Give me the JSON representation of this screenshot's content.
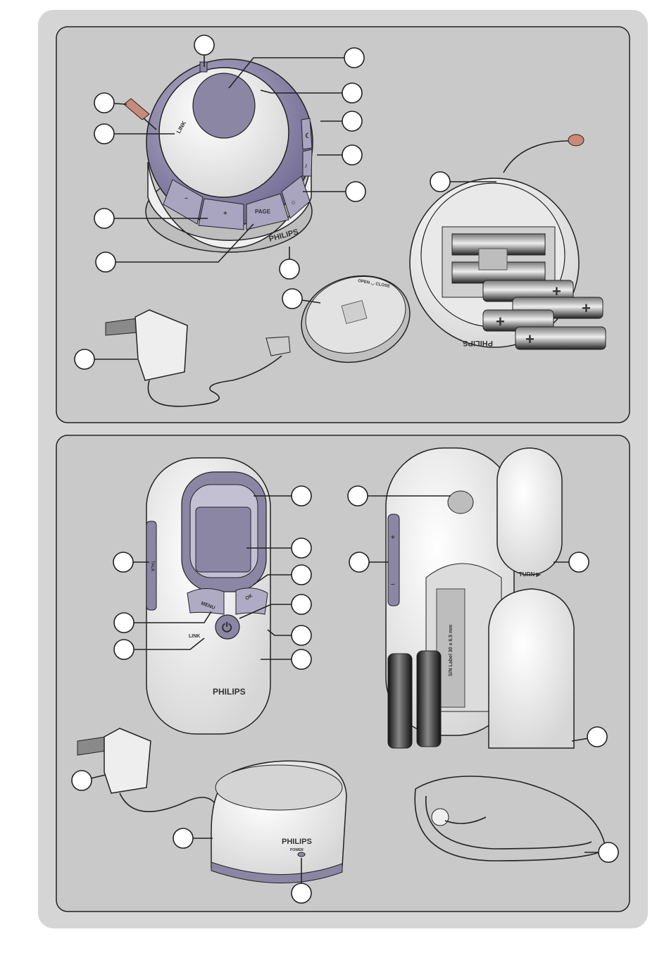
{
  "colors": {
    "outer_panel": "#d5d5d5",
    "inner_panel": "#c9c9c9",
    "device_white": "#f4f4f4",
    "device_purple": "#8c86a5",
    "screen": "#8c86a5",
    "cord": "#555555",
    "cord_tip": "#c98a7a",
    "battery_dark": "#2b2b2b",
    "outline": "#222222"
  },
  "baby_unit": {
    "brand": "PHILIPS",
    "link_label": "LINK",
    "plus_label": "+",
    "minus_label": "–",
    "page_label": "PAGE",
    "bottom_brand": "PHILIPS",
    "cover_text": "OPEN  ◡  CLOSE"
  },
  "parent_unit": {
    "menu_label": "MENU",
    "ok_label": "OK",
    "link_label": "LINK",
    "brand": "PHILIPS",
    "talk_label": "TALK",
    "turn_label": "TURN ▶",
    "sn_label": "S/N Label  30 x 6.5 mm",
    "plus_label": "+",
    "minus_label": "–"
  },
  "charger": {
    "brand": "PHILIPS",
    "power_label": "POWER"
  },
  "battery_plus": "+",
  "icons": [
    "moon-icon",
    "music-note-icon",
    "night-light-icon",
    "power-icon",
    "plug-icon"
  ]
}
